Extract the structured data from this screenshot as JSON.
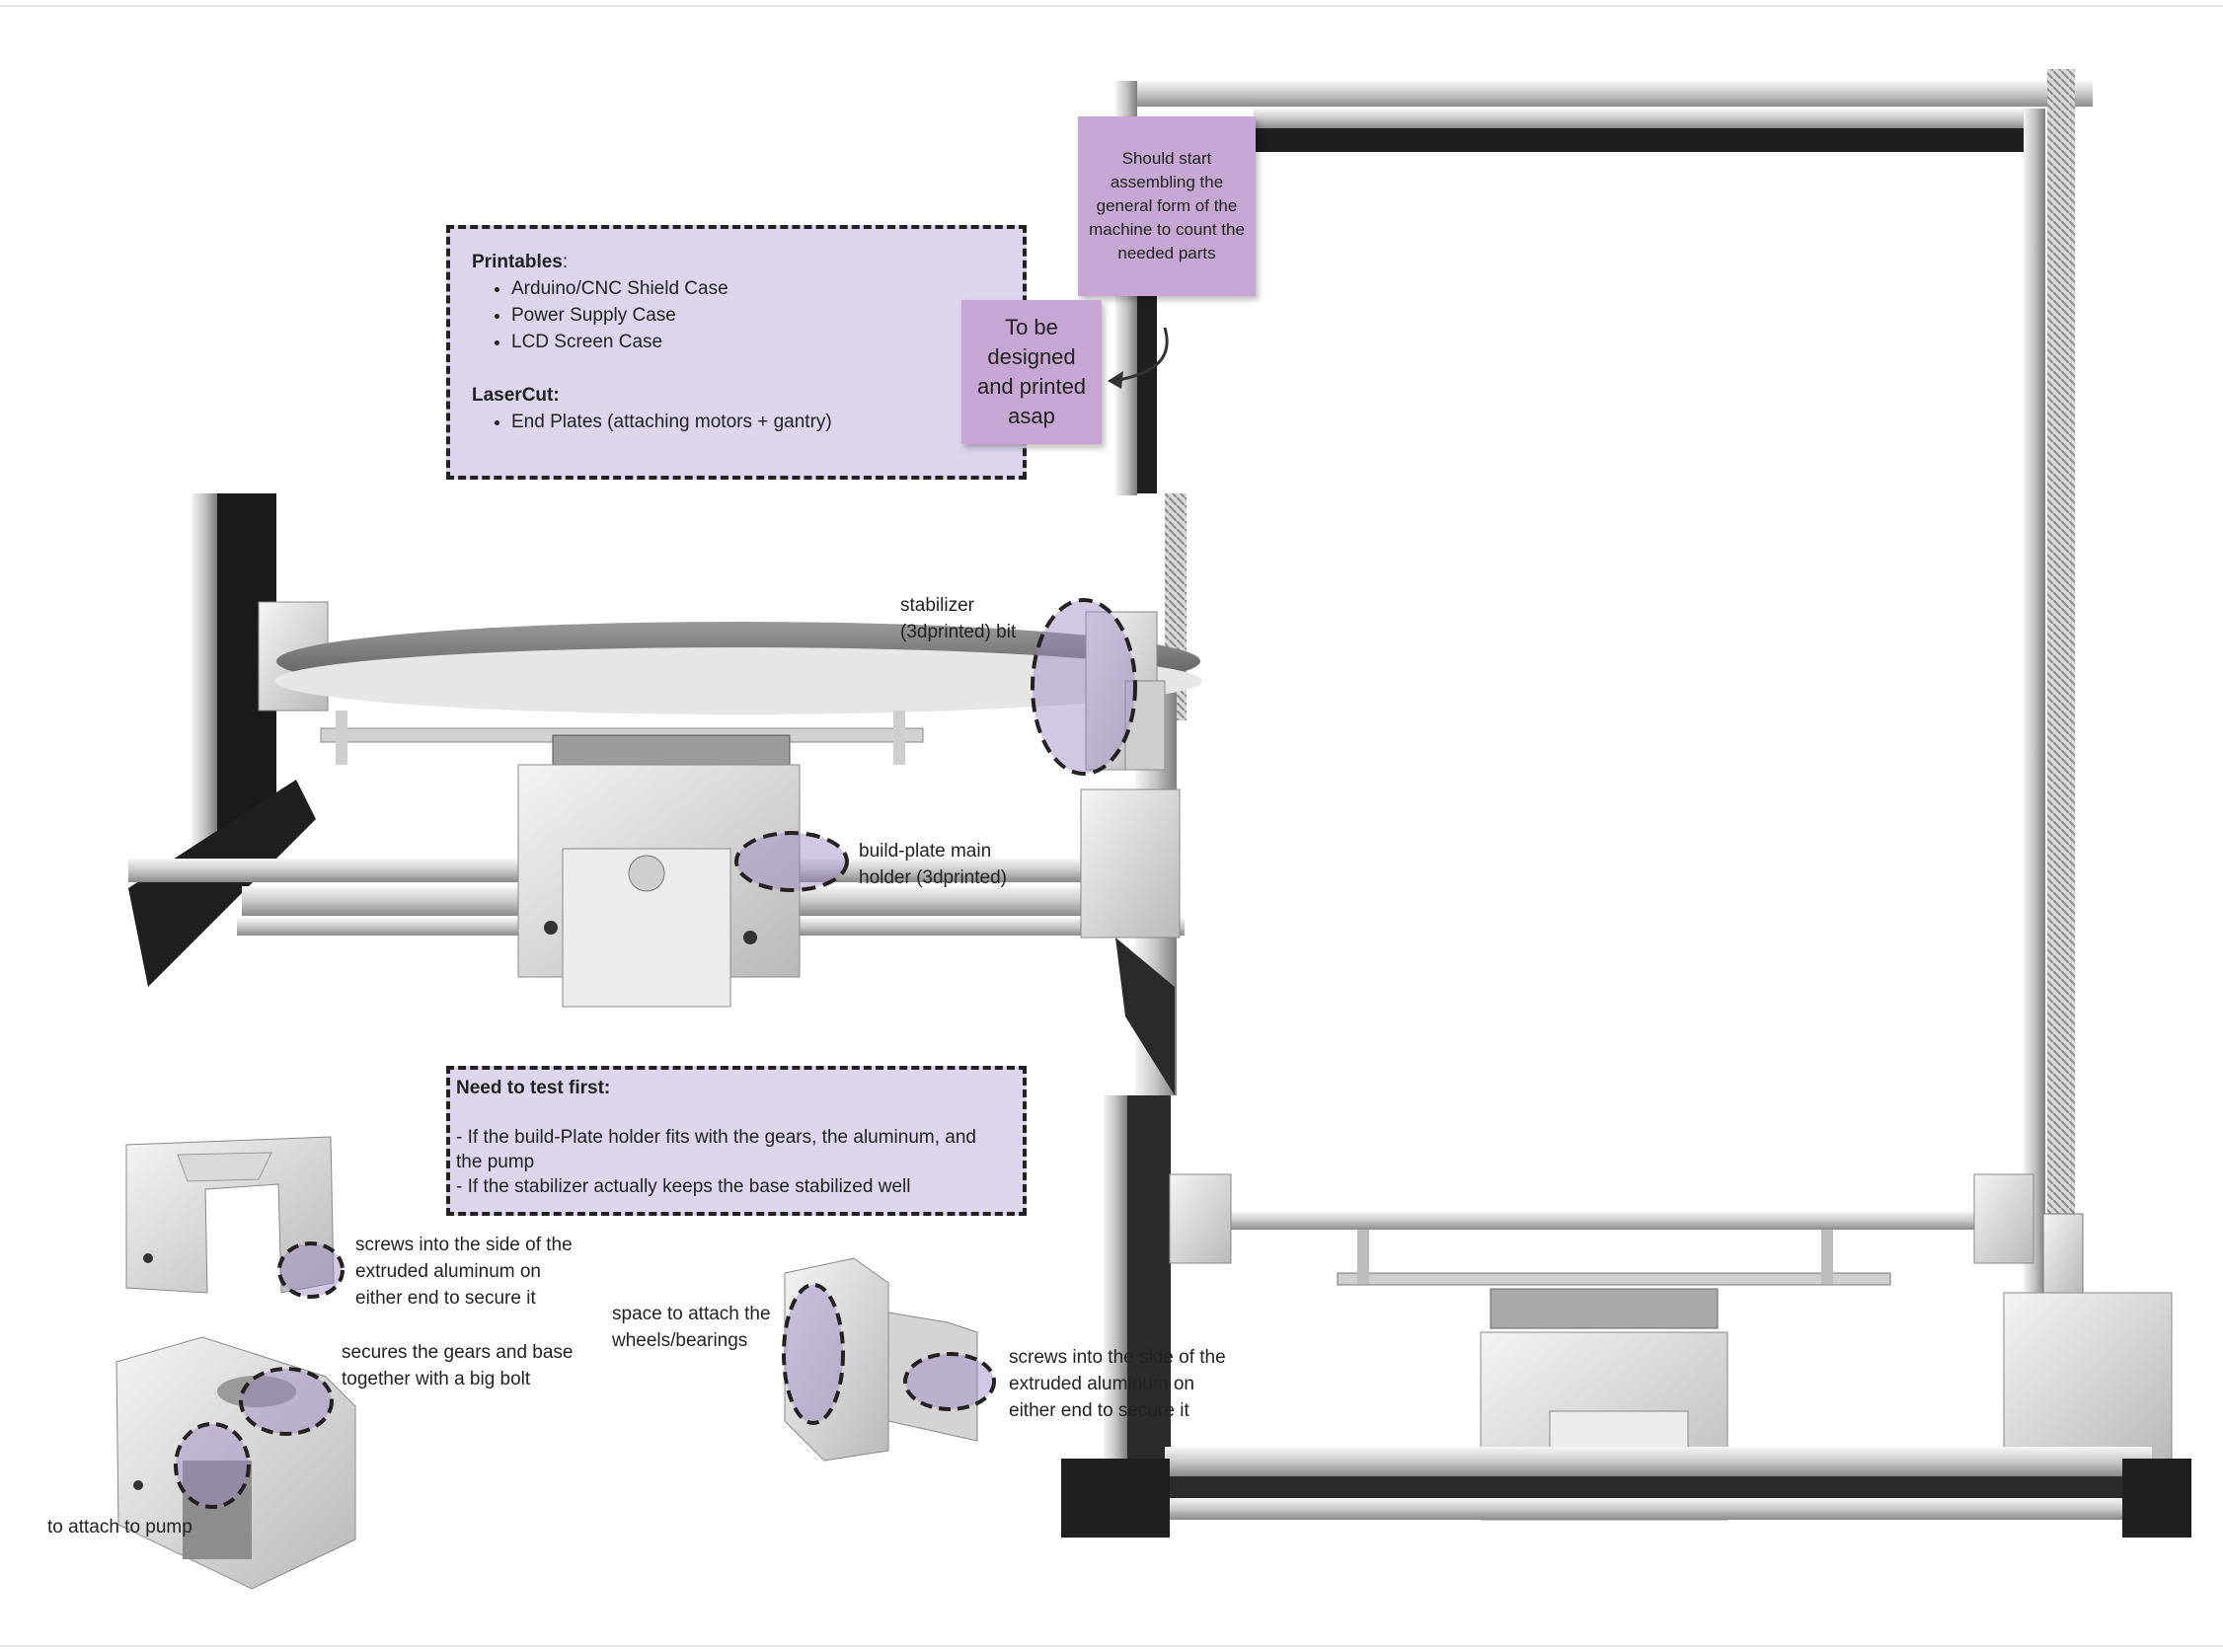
{
  "printables_box": {
    "printables_heading": "Printables",
    "printables_items": [
      "Arduino/CNC Shield Case",
      "Power Supply Case",
      "LCD Screen Case"
    ],
    "lasercut_heading": "LaserCut:",
    "lasercut_items": [
      "End Plates (attaching motors + gantry)"
    ]
  },
  "test_box": {
    "heading": "Need to test first:",
    "line1a": "- If the build-Plate holder fits with the gears, the aluminum, and",
    "line1b": "the pump",
    "line2": "- If the stabilizer actually keeps the base stabilized well"
  },
  "stickies": {
    "assemble": "Should start assembling the general form of the machine to count the needed parts",
    "design": "To be designed and printed asap"
  },
  "labels": {
    "stabilizer_l1": "stabilizer",
    "stabilizer_l2": "(3dprinted) bit",
    "buildplate_l1": "build-plate main",
    "buildplate_l2": "holder (3dprinted)",
    "screws1_l1": "screws into the side of the",
    "screws1_l2": "extruded aluminum on",
    "screws1_l3": "either end to secure it",
    "secures_l1": "secures the gears and base",
    "secures_l2": "together with a big bolt",
    "pump": "to attach to pump",
    "space_l1": "space to attach the",
    "space_l2": "wheels/bearings",
    "screws2_l1": "screws into the side of the",
    "screws2_l2": "extruded aluminum on",
    "screws2_l3": "either end to secure it"
  },
  "colors": {
    "note_fill": "#ddd5ec",
    "sticky_fill": "#c6a7d4",
    "highlight": "#9b85c4",
    "metal_light": "#e8e8e8",
    "metal_mid": "#b8b8b8",
    "metal_dark": "#3a3a3a"
  }
}
